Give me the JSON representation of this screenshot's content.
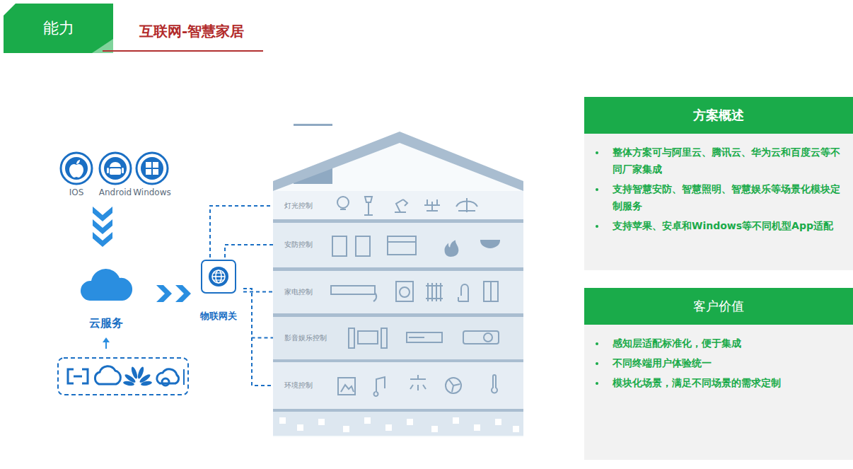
{
  "diagram": {
    "title": "互联网-智慧家居",
    "nodes": [
      {
        "text": [
          "云服务"
        ]
      },
      {
        "text": [
          "物联网关"
        ]
      },
      {
        "text": [
          "灯光控制"
        ]
      },
      {
        "text": [
          "安防控制"
        ]
      },
      {
        "text": [
          "家电控制"
        ]
      },
      {
        "text": [
          "影音娱乐控制"
        ]
      },
      {
        "text": [
          "环境控制"
        ]
      },
      {
        "text": [
          "方案概述",
          "整体方案可与阿里云、腾讯云、华为云和百度云等不同厂家集成",
          "支持智慧安防、智慧照明、智慧娱乐等场景化模块定制服务",
          "支持苹果、安卓和Windows等不同机型App适配"
        ]
      },
      {
        "text": [
          "客户价值",
          "感知层适配标准化，便于集成",
          "不同终端用户体验统一",
          "模块化场景，满足不同场景的需求定制"
        ]
      }
    ],
    "edges": [
      {
        "from": 0,
        "to": 1,
        "arrow": "to"
      },
      {
        "from": 1,
        "to": 2,
        "arrow": "none"
      },
      {
        "from": 1,
        "to": 3,
        "arrow": "none"
      },
      {
        "from": 1,
        "to": 4,
        "arrow": "none"
      },
      {
        "from": 1,
        "to": 5,
        "arrow": "none"
      },
      {
        "from": 1,
        "to": 6,
        "arrow": "none"
      }
    ],
    "labels": [
      "能力",
      "IOS",
      "Android",
      "Windows"
    ]
  }
}
